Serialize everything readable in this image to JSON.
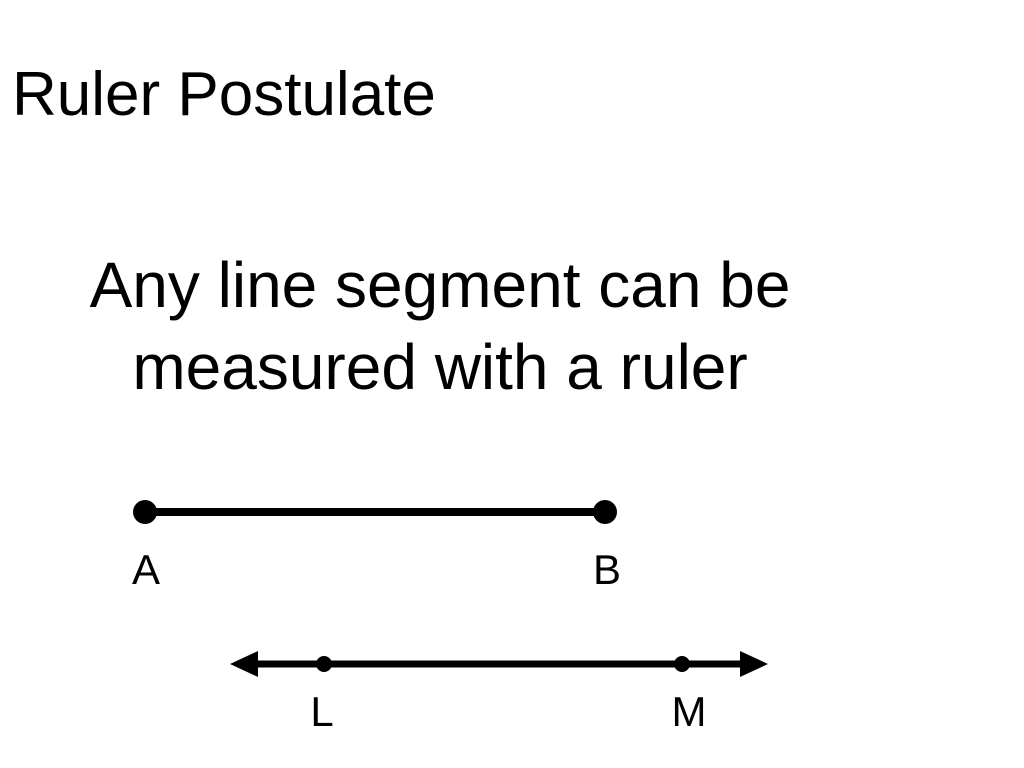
{
  "slide": {
    "title": "Ruler Postulate",
    "body_lines": [
      "Any line segment can be",
      "measured with a ruler"
    ]
  },
  "diagram": {
    "segment": {
      "endpoint_a": "A",
      "endpoint_b": "B"
    },
    "line": {
      "point_l": "L",
      "point_m": "M"
    }
  },
  "colors": {
    "text": "#000000",
    "stroke": "#000000",
    "background": "#ffffff"
  }
}
